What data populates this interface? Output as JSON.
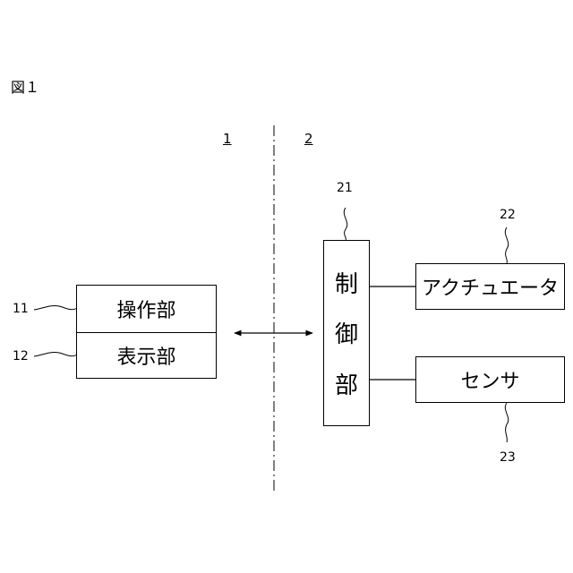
{
  "figure": {
    "title": "図１"
  },
  "regions": {
    "left_ref": "1",
    "right_ref": "2"
  },
  "left_device": {
    "operation_unit": {
      "label": "操作部",
      "ref": "11"
    },
    "display_unit": {
      "label": "表示部",
      "ref": "12"
    }
  },
  "right_device": {
    "controller": {
      "chars": [
        "制",
        "御",
        "部"
      ],
      "ref": "21"
    },
    "actuator": {
      "label": "アクチュエータ",
      "ref": "22"
    },
    "sensor": {
      "label": "センサ",
      "ref": "23"
    }
  }
}
